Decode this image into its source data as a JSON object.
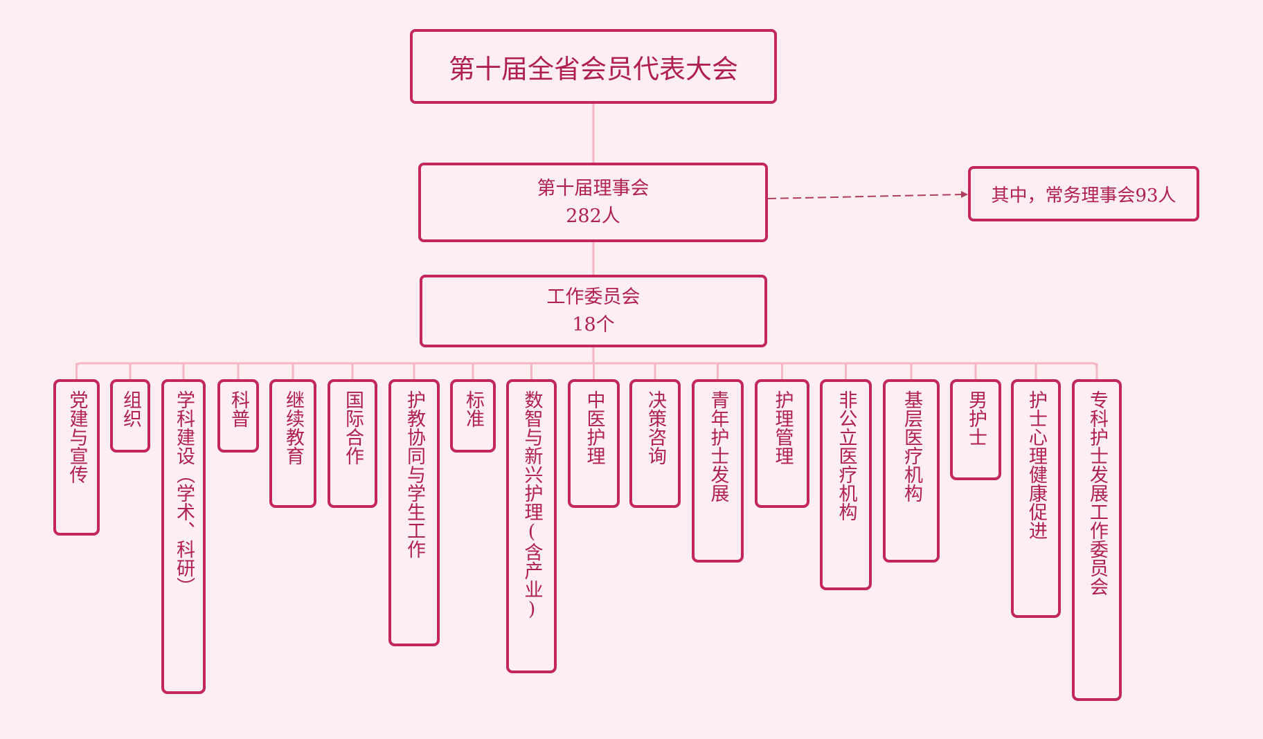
{
  "root": {
    "title": "第十届全省会员代表大会"
  },
  "council": {
    "title": "第十届理事会",
    "count": "282人"
  },
  "standing": {
    "text": "其中，常务理事会93人"
  },
  "committees": {
    "title": "工作委员会",
    "count": "18个",
    "items": [
      "党建与宣传",
      "组织",
      "学科建设（学术、科研）",
      "科普",
      "继续教育",
      "国际合作",
      "护教协同与学生工作",
      "标准",
      "数智与新兴护理(含产业)",
      "中医护理",
      "决策咨询",
      "青年护士发展",
      "护理管理",
      "非公立医疗机构",
      "基层医疗机构",
      "男护士",
      "护士心理健康促进",
      "专科护士发展工作委员会"
    ]
  },
  "colors": {
    "border": "#c3275a",
    "line": "#f4b6c6",
    "text": "#b01f52",
    "background": "#fdeef2"
  }
}
